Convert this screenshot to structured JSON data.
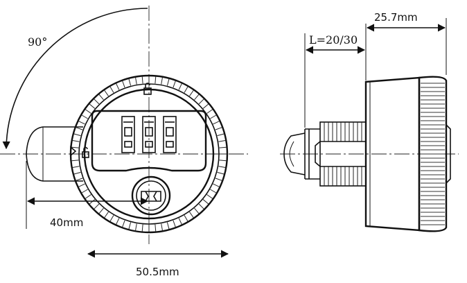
{
  "dimensions": {
    "angle": "90°",
    "length": "40mm",
    "diameter": "50.5mm",
    "cam": "L=20/30",
    "depth": "25.7mm"
  }
}
